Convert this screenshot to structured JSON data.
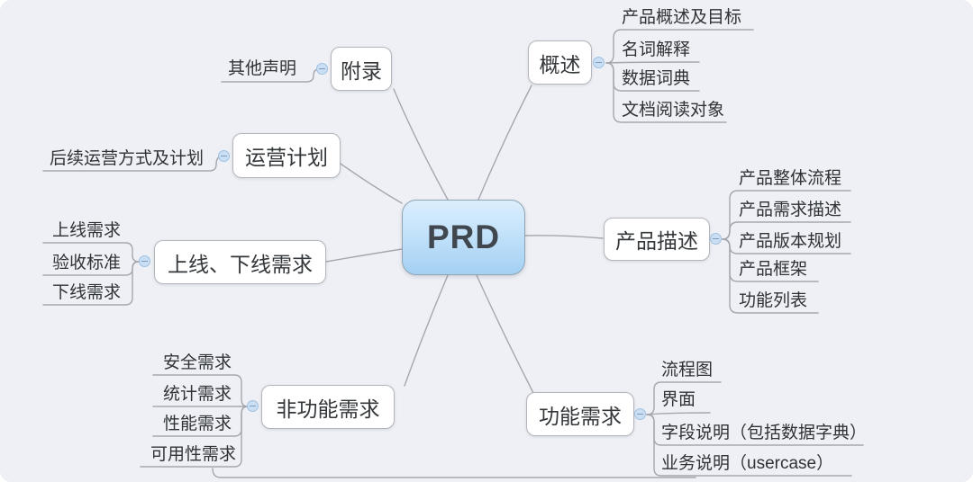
{
  "root": {
    "label": "PRD"
  },
  "branches": [
    {
      "label": "概述",
      "children": [
        "产品概述及目标",
        "名词解释",
        "数据词典",
        "文档阅读对象"
      ]
    },
    {
      "label": "附录",
      "children": [
        "其他声明"
      ]
    },
    {
      "label": "运营计划",
      "children": [
        "后续运营方式及计划"
      ]
    },
    {
      "label": "上线、下线需求",
      "children": [
        "上线需求",
        "验收标准",
        "下线需求"
      ]
    },
    {
      "label": "非功能需求",
      "children": [
        "安全需求",
        "统计需求",
        "性能需求",
        "可用性需求"
      ]
    },
    {
      "label": "功能需求",
      "children": [
        "流程图",
        "界面",
        "字段说明（包括数据字典）",
        "业务说明（usercase）"
      ]
    },
    {
      "label": "产品描述",
      "children": [
        "产品整体流程",
        "产品需求描述",
        "产品版本规划",
        "产品框架",
        "功能列表"
      ]
    }
  ],
  "colors": {
    "background": "#eef0f5",
    "line": "#a6a7ae",
    "node_fill": "#ffffff",
    "node_border": "#b5b6bd",
    "root_gradient_top": "#dbeefd",
    "root_gradient_bottom": "#a4d0f2",
    "root_border": "#90a4b4",
    "text": "#33373a",
    "toggle_fill": "#cbdff4",
    "toggle_border": "#9fc0e0"
  }
}
